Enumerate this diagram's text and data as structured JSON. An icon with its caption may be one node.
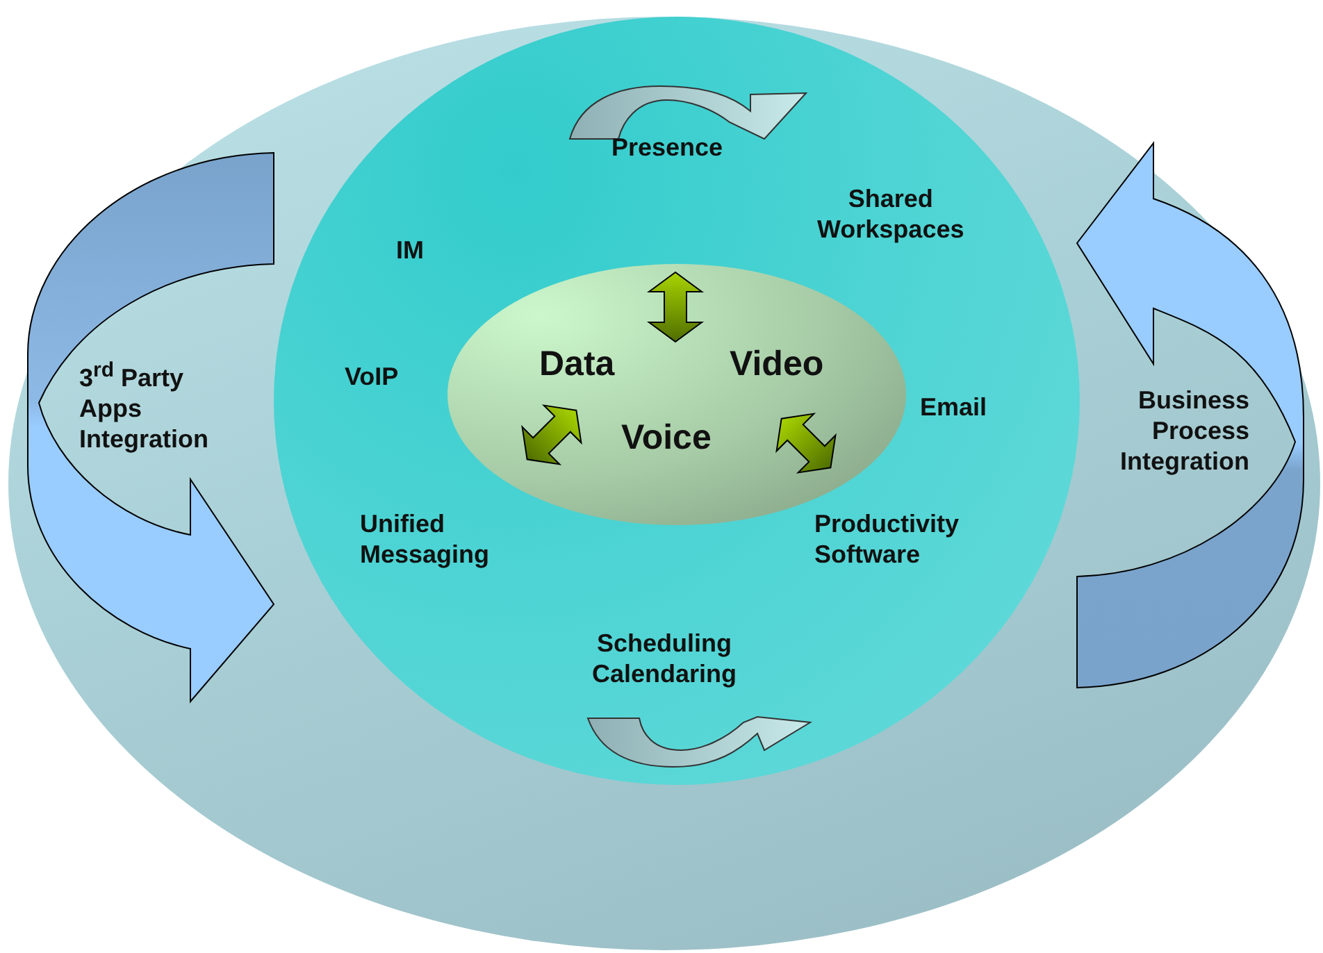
{
  "diagram": {
    "nodes": [
      {
        "text": [],
        "shape": "circle"
      },
      {
        "text": [],
        "shape": "circle",
        "in": 0
      },
      {
        "text": [
          "Data",
          "Video",
          "Voice"
        ],
        "in": 1
      }
    ],
    "labels": [
      "Presence",
      "Shared Workspaces",
      "IM",
      "3$^{rd}$ Party Apps Integration",
      "VoIP",
      "Email",
      "Business Process Integration",
      "Unified Messaging",
      "Productivity Software",
      "Scheduling Calendaring"
    ]
  }
}
